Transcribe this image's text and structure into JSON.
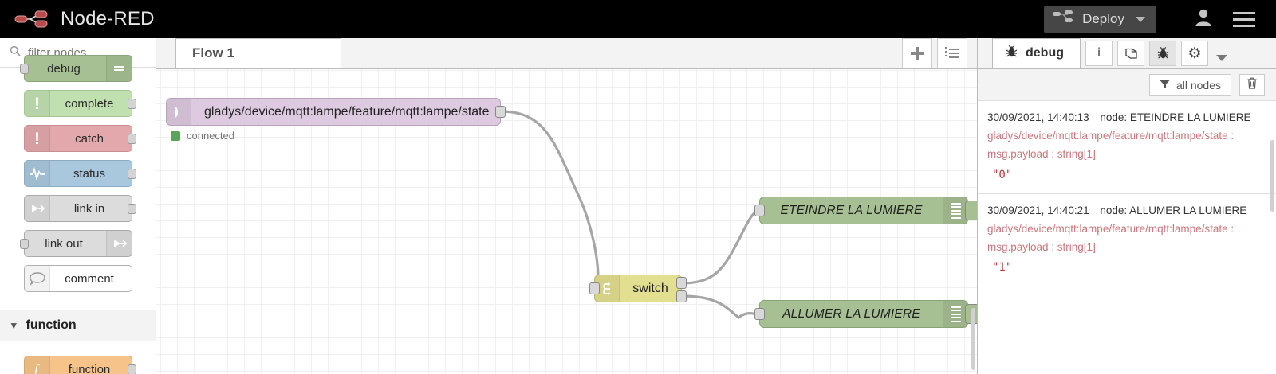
{
  "header": {
    "brand": "Node-RED",
    "logo_icon": "node-red-logo-icon",
    "deploy_label": "Deploy",
    "deploy_icon": "deploy-icon",
    "deploy_caret_icon": "chevron-down-icon",
    "user_icon": "user-icon",
    "menu_icon": "hamburger-menu-icon"
  },
  "palette": {
    "filter_placeholder": "filter nodes",
    "search_icon": "search-icon",
    "nodes": [
      {
        "label": "debug",
        "icon": "lines-icon"
      },
      {
        "label": "complete",
        "icon": "exclamation-icon"
      },
      {
        "label": "catch",
        "icon": "exclamation-icon"
      },
      {
        "label": "status",
        "icon": "pulse-icon"
      },
      {
        "label": "link in",
        "icon": "link-icon"
      },
      {
        "label": "link out",
        "icon": "link-icon"
      },
      {
        "label": "comment",
        "icon": "comment-icon"
      }
    ],
    "category": {
      "label": "function",
      "chevron_icon": "chevron-down-icon"
    },
    "function_node": {
      "label": "function",
      "icon": "function-f-icon"
    }
  },
  "workspace": {
    "tab_label": "Flow 1",
    "add_tab_icon": "plus-icon",
    "list_tabs_icon": "list-icon"
  },
  "flow": {
    "mqtt_node": {
      "label": "gladys/device/mqtt:lampe/feature/mqtt:lampe/state",
      "icon": "mqtt-antenna-icon",
      "status": "connected",
      "status_color": "#5aa35a"
    },
    "switch_node": {
      "label": "switch",
      "icon": "switch-branch-icon"
    },
    "debug_nodes": [
      {
        "label": "ETEINDRE LA LUMIERE",
        "icon": "lines-icon"
      },
      {
        "label": "ALLUMER LA LUMIERE",
        "icon": "lines-icon"
      }
    ]
  },
  "sidebar": {
    "tab_label": "debug",
    "tab_icon": "bug-icon",
    "icon_buttons": [
      {
        "name": "info-icon",
        "glyph": "i"
      },
      {
        "name": "book-icon",
        "glyph": "▤"
      },
      {
        "name": "bug-icon",
        "glyph": "✶"
      },
      {
        "name": "gear-icon",
        "glyph": "⚙"
      }
    ],
    "expand_icon": "chevron-down-icon",
    "filter_label": "all nodes",
    "filter_icon": "funnel-icon",
    "clear_icon": "trash-icon",
    "messages": [
      {
        "timestamp": "30/09/2021, 14:40:13",
        "node": "node: ETEINDRE LA LUMIERE",
        "topic": "gladys/device/mqtt:lampe/feature/mqtt:lampe/state :",
        "property": "msg.payload : string[1]",
        "value": "\"0\""
      },
      {
        "timestamp": "30/09/2021, 14:40:21",
        "node": "node: ALLUMER LA LUMIERE",
        "topic": "gladys/device/mqtt:lampe/feature/mqtt:lampe/state :",
        "property": "msg.payload : string[1]",
        "value": "\"1\""
      }
    ]
  },
  "colors": {
    "header_bg": "#000000",
    "mqtt_node": "#ddc9e0",
    "switch_node": "#e3df90",
    "debug_node": "#a6bf93",
    "catch_node": "#e2a8ab",
    "status_node": "#a9c7dd",
    "complete_node": "#c0e0b0",
    "function_node": "#f6c38a",
    "value_text": "#b33a3a",
    "topic_text": "#c7797d"
  }
}
